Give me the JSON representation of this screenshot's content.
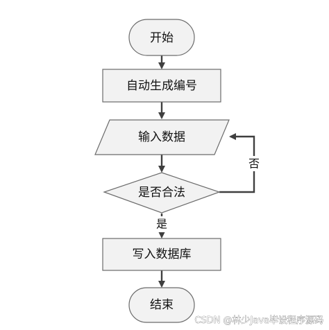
{
  "nodes": {
    "start": "开始",
    "generate": "自动生成编号",
    "input": "输入数据",
    "check": "是否合法",
    "write": "写入数据库",
    "end": "结束"
  },
  "edges": {
    "no_label": "否",
    "yes_label": "是"
  },
  "watermark": "CSDN @林少Java毕设程序源码",
  "colors": {
    "shape_fill": "#f2f2f2",
    "shape_stroke": "#6b6b6b",
    "arrow": "#3f3f3f"
  }
}
